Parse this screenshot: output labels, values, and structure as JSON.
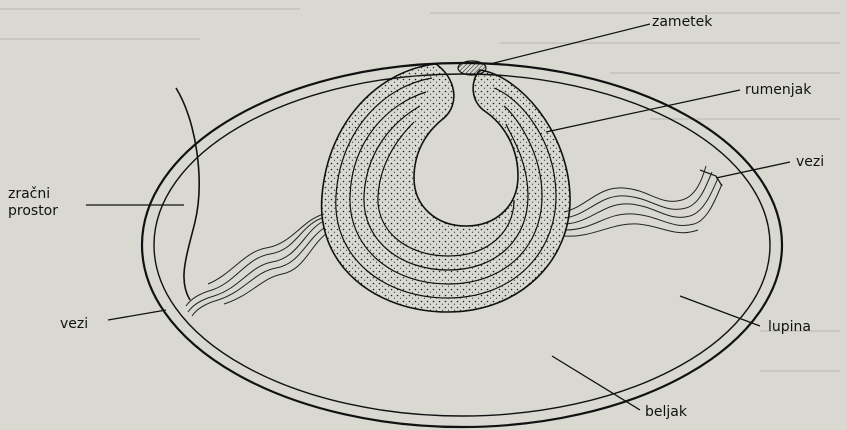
{
  "labels": {
    "zametek": "zametek",
    "rumenjak": "rumenjak",
    "vezi_right": "vezi",
    "zracni_line1": "zračni",
    "zracni_line2": "prostor",
    "vezi_left": "vezi",
    "lupina": "lupina",
    "beljak": "beljak"
  },
  "colors": {
    "background": "#d9d9d2",
    "ink": "#111111",
    "yolk_fill": "#e6e4dc"
  }
}
